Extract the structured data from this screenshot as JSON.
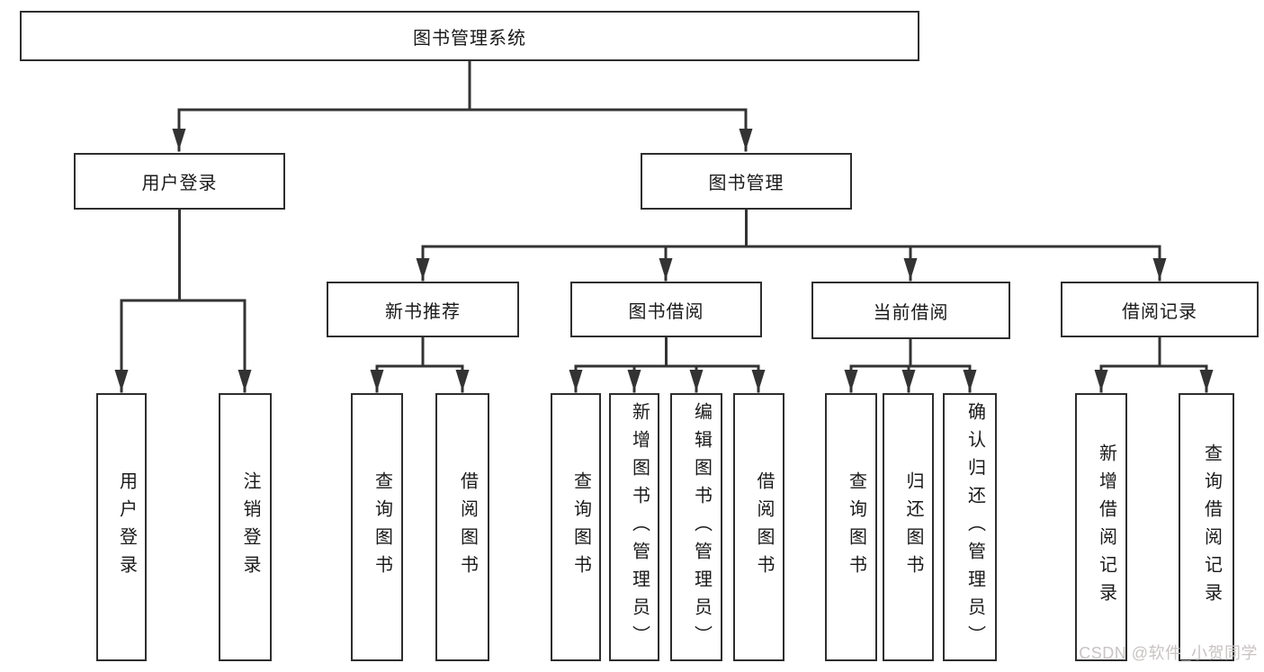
{
  "title": "图书管理系统",
  "colors": {
    "line": "#333333",
    "box_border": "#2e2e2e",
    "text": "#1a1a1a",
    "background": "#ffffff",
    "watermark": "#c9c3c3"
  },
  "tree": {
    "label": "图书管理系统",
    "children": [
      {
        "label": "用户登录",
        "children": [
          {
            "label": "用户登录"
          },
          {
            "label": "注销登录"
          }
        ]
      },
      {
        "label": "图书管理",
        "children": [
          {
            "label": "新书推荐",
            "children": [
              {
                "label": "查询图书"
              },
              {
                "label": "借阅图书"
              }
            ]
          },
          {
            "label": "图书借阅",
            "children": [
              {
                "label": "查询图书"
              },
              {
                "label": "新增图书（管理员）"
              },
              {
                "label": "编辑图书（管理员）"
              },
              {
                "label": "借阅图书"
              }
            ]
          },
          {
            "label": "当前借阅",
            "children": [
              {
                "label": "查询图书"
              },
              {
                "label": "归还图书"
              },
              {
                "label": "确认归还（管理员）"
              }
            ]
          },
          {
            "label": "借阅记录",
            "children": [
              {
                "label": "新增借阅记录"
              },
              {
                "label": "查询借阅记录"
              }
            ]
          }
        ]
      }
    ]
  },
  "watermark": {
    "text": "CSDN @软件_小贺同学"
  }
}
